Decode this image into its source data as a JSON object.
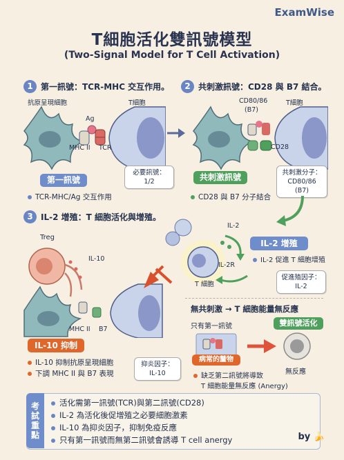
{
  "brand": "ExamWise",
  "title": "T細胞活化雙訊號模型",
  "subtitle": "(Two-Signal Model for T Cell Activation)",
  "section1": {
    "number": "1",
    "heading": "第一訊號：TCR-MHC 交互作用。",
    "apc_label": "抗原呈現細胞",
    "tcell_label": "T細胞",
    "ag_label": "Ag",
    "mhc_label": "MHC II",
    "tcr_label": "TCR",
    "note_line1": "必要訊號：",
    "note_line2": "1/2",
    "pill": "第一訊號",
    "bullet": "TCR-MHC/Ag 交互作用"
  },
  "section2": {
    "number": "2",
    "heading": "共刺激訊號：CD28 與 B7 結合。",
    "cd80_label_1": "CD80/86",
    "cd80_label_2": "(B7)",
    "tcell_label": "T細胞",
    "cd28_label": "CD28",
    "pill": "共刺激訊號",
    "note_line1": "共刺激分子：",
    "note_line2": "CD80/86 (B7)",
    "bullet": "CD28 與 B7 分子結合"
  },
  "section3": {
    "number": "3",
    "heading": "IL-2 增殖：T 細胞活化與增殖。",
    "il2_top": "IL-2",
    "il2r_label": "IL-2R",
    "tcell_label": "T 細胞",
    "pill": "IL-2 增殖",
    "bullet_1": "IL-2 促進 T 細胞增殖",
    "note_line1": "促進殖因子：",
    "note_line2": "IL-2"
  },
  "section4": {
    "treg_label": "Treg",
    "il10_label": "IL-10",
    "mhc_label": "MHC II",
    "b7_label": "B7",
    "pill": "IL-10 抑制",
    "note_line1": "抑炎因子：",
    "note_line2": "IL-10",
    "bullet_1": "IL-10 抑制抗原呈現細胞",
    "bullet_2": "下調 MHC II 與 B7 表現"
  },
  "section5": {
    "heading": "無共刺激 → T 細胞能量無反應",
    "only_first": "只有第一訊號",
    "double_signal_pill": "雙訊號活化",
    "pathology_pill": "病常的釐物",
    "anergy_label": "無反應",
    "bullet_line1": "缺乏第二訊號將導致",
    "bullet_line2": "T 細胞能量無反應 (Anergy)"
  },
  "summary": {
    "tag_chars": [
      "考",
      "試",
      "重",
      "點"
    ],
    "items": [
      "活化需第一訊號(TCR)與第二訊號(CD28)",
      "IL-2 為活化後促增殖之必要細胞激素",
      "IL-10 為抑炎因子，抑制免疫反應",
      "只有第一訊號而無第二訊號會誘導 T cell anergy"
    ]
  },
  "byline": "by 🍌",
  "colors": {
    "background": "#f6efe2",
    "blue_accent": "#6f8ccb",
    "orange_accent": "#e0672c",
    "green_accent": "#4ea05c",
    "apc_cell": "#8fb9bb",
    "tcell": "#c9d4ea",
    "tcell_nucleus": "#8b97c9",
    "treg_cell": "#f0b7a4"
  }
}
